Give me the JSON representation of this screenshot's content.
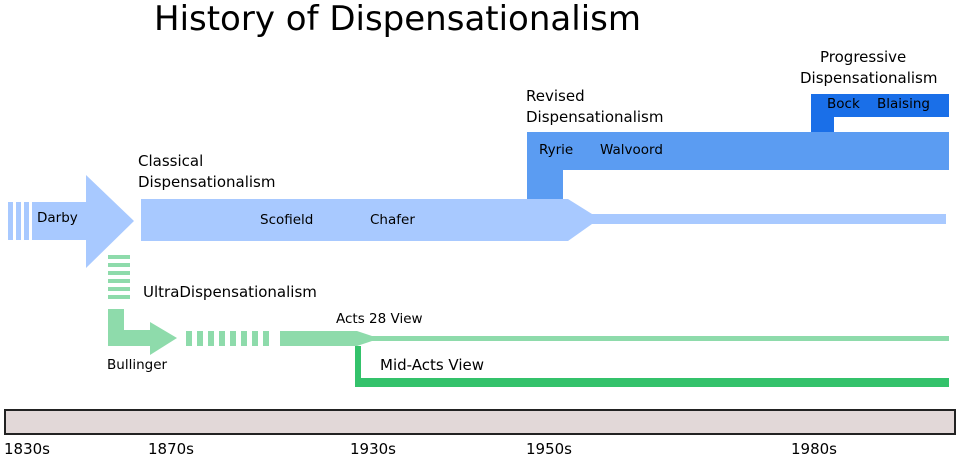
{
  "title": "History of Dispensationalism",
  "labels": {
    "classical_line1": "Classical",
    "classical_line2": "Dispensationalism",
    "revised_line1": "Revised",
    "revised_line2": "Dispensationalism",
    "progressive_line1": "Progressive",
    "progressive_line2": "Dispensationalism",
    "ultra": "UltraDispensationalism",
    "acts28": "Acts 28 View",
    "midacts": "Mid-Acts View"
  },
  "people": {
    "darby": "Darby",
    "scofield": "Scofield",
    "chafer": "Chafer",
    "ryrie": "Ryrie",
    "walvoord": "Walvoord",
    "bock": "Bock",
    "blaising": "Blaising",
    "bullinger": "Bullinger"
  },
  "timeline": {
    "ticks": [
      "1830s",
      "1870s",
      "1930s",
      "1950s",
      "1980s"
    ]
  },
  "colors": {
    "classical": "#a8c9ff",
    "revised": "#5b9cf2",
    "progressive": "#1a6fe8",
    "ultra": "#8edbab",
    "midacts": "#34c26b",
    "timeline_fill": "#e2d8d8",
    "timeline_stroke": "#222222"
  }
}
